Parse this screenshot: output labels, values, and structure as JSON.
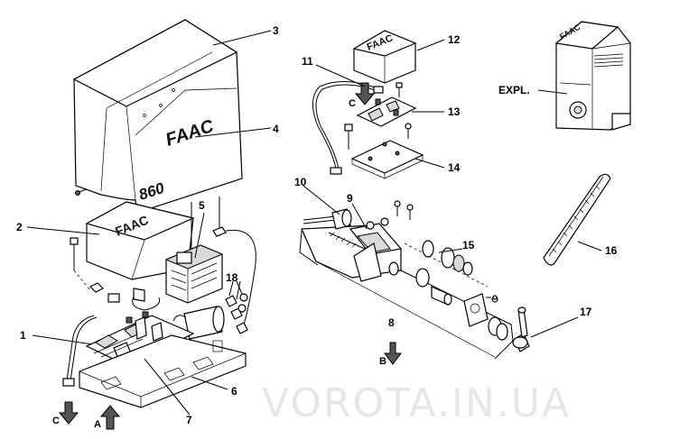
{
  "watermark": "VOROTA.IN.UA",
  "brand_marks": {
    "cover": "FAAC",
    "model": "860",
    "transformer_cover": "FAAC",
    "board_cover": "FAAC",
    "expl_unit": "FAAC"
  },
  "labels": {
    "p1": "1",
    "p2": "2",
    "p3": "3",
    "p4": "4",
    "p5": "5",
    "p6": "6",
    "p7": "7",
    "p8": "8",
    "p9": "9",
    "p10": "10",
    "p11": "11",
    "p12": "12",
    "p13": "13",
    "p14": "14",
    "p15": "15",
    "p16": "16",
    "p17": "17",
    "p18": "18",
    "expl": "EXPL."
  },
  "arrows": {
    "a": "A",
    "b": "B",
    "c_left": "C",
    "c_board": "C"
  },
  "icons": {
    "direction": "arrow-down-icon",
    "direction_up": "arrow-up-icon"
  }
}
